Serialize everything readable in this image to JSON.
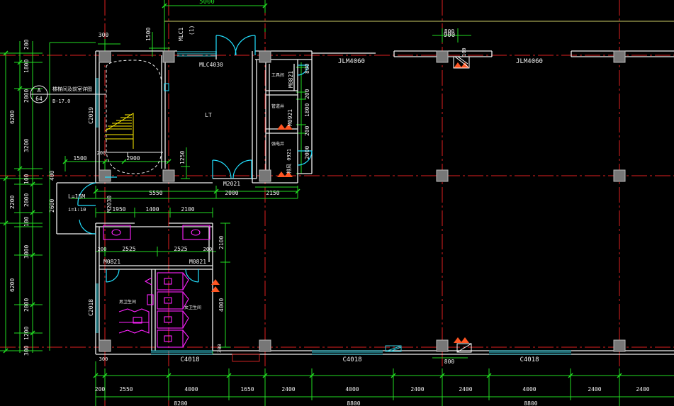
{
  "colors": {
    "background": "#000000",
    "axis_red": "#e02020",
    "dimension_green": "#22dd22",
    "wall_white": "#f0f0f0",
    "column_gray": "#777777",
    "door_cyan": "#22e0ff",
    "window_cyan": "#33ccdd",
    "magenta": "#ff22ff",
    "stair_yellow": "#ffee00",
    "marker_orange": "#ff5522",
    "note_red": "#cc2222"
  },
  "labels": {
    "top_dim": "5000",
    "top_dim_900": "900",
    "top_col_left_1": "300",
    "top_col_1500": "1500",
    "mlc_vertical": "MLC1",
    "tl_small": "(1)",
    "left_200": "200",
    "left_1800": "1800",
    "left_2000": "2000",
    "left_6200": "6200",
    "left_3200": "3200",
    "left_400": "400",
    "left_100a": "100",
    "left_2200": "2200",
    "left_2000b": "2000",
    "left_100b": "100",
    "left_3000": "3000",
    "left_6200b": "6200",
    "left_2000c": "2000",
    "left_1200": "1200",
    "left_300": "300",
    "section_circle_top": "A",
    "section_circle_bottom": "64",
    "note_line1": "楼梯间及前室详图",
    "note_line2": "B-17.0",
    "mlc4030": "MLC4030",
    "c2019": "C2019",
    "upper_mid_label": "LT",
    "m0821_a": "M0821",
    "room_a": "工具间",
    "room_b": "管道井",
    "room_c": "强电井",
    "room_d": "排风 0921",
    "m0921": "M0921",
    "vdim_200": "200",
    "vdim_1800": "1800",
    "vdim_200b": "200",
    "vdim_2000": "2000",
    "vdim_800": "800",
    "dim_1500": "1500",
    "dim_2900": "2900",
    "dim_200": "200",
    "dim_1250": "1250",
    "m2021": "M2021",
    "dim_2000": "2000",
    "dim_2150": "2150",
    "dim_5550": "5550",
    "ramp_1": "L=15M",
    "ramp_2": "i=1:10",
    "m2030": "M2030",
    "dim_1950": "1950",
    "dim_1400": "1400",
    "dim_2100": "2100",
    "dim_2525a": "2525",
    "dim_2525b": "2525",
    "dim_200a": "200",
    "dim_200b": "200",
    "dim_2100v": "2100",
    "dim_4000v": "4000",
    "m0821_b": "M0821",
    "m0821_c": "M0821",
    "c2018": "C2018",
    "male_wc": "男卫生间",
    "female_wc": "女卫生间",
    "jlm_a": "JLM4060",
    "jlm_b": "JLM4060",
    "dim_800_top": "800",
    "dim_100_top": "100",
    "c4018_a": "C4018",
    "c4018_b": "C4018",
    "c4018_c": "C4018",
    "dim_800_bot": "800",
    "dim_300_bot": "300",
    "dim_300_bl": "300",
    "bottom_dims": [
      "200",
      "2550",
      "4000",
      "1650",
      "2400",
      "4000",
      "2400",
      "2400",
      "4000",
      "2400",
      "2400"
    ],
    "bottom_totals": [
      "8200",
      "8800",
      "8800"
    ]
  }
}
